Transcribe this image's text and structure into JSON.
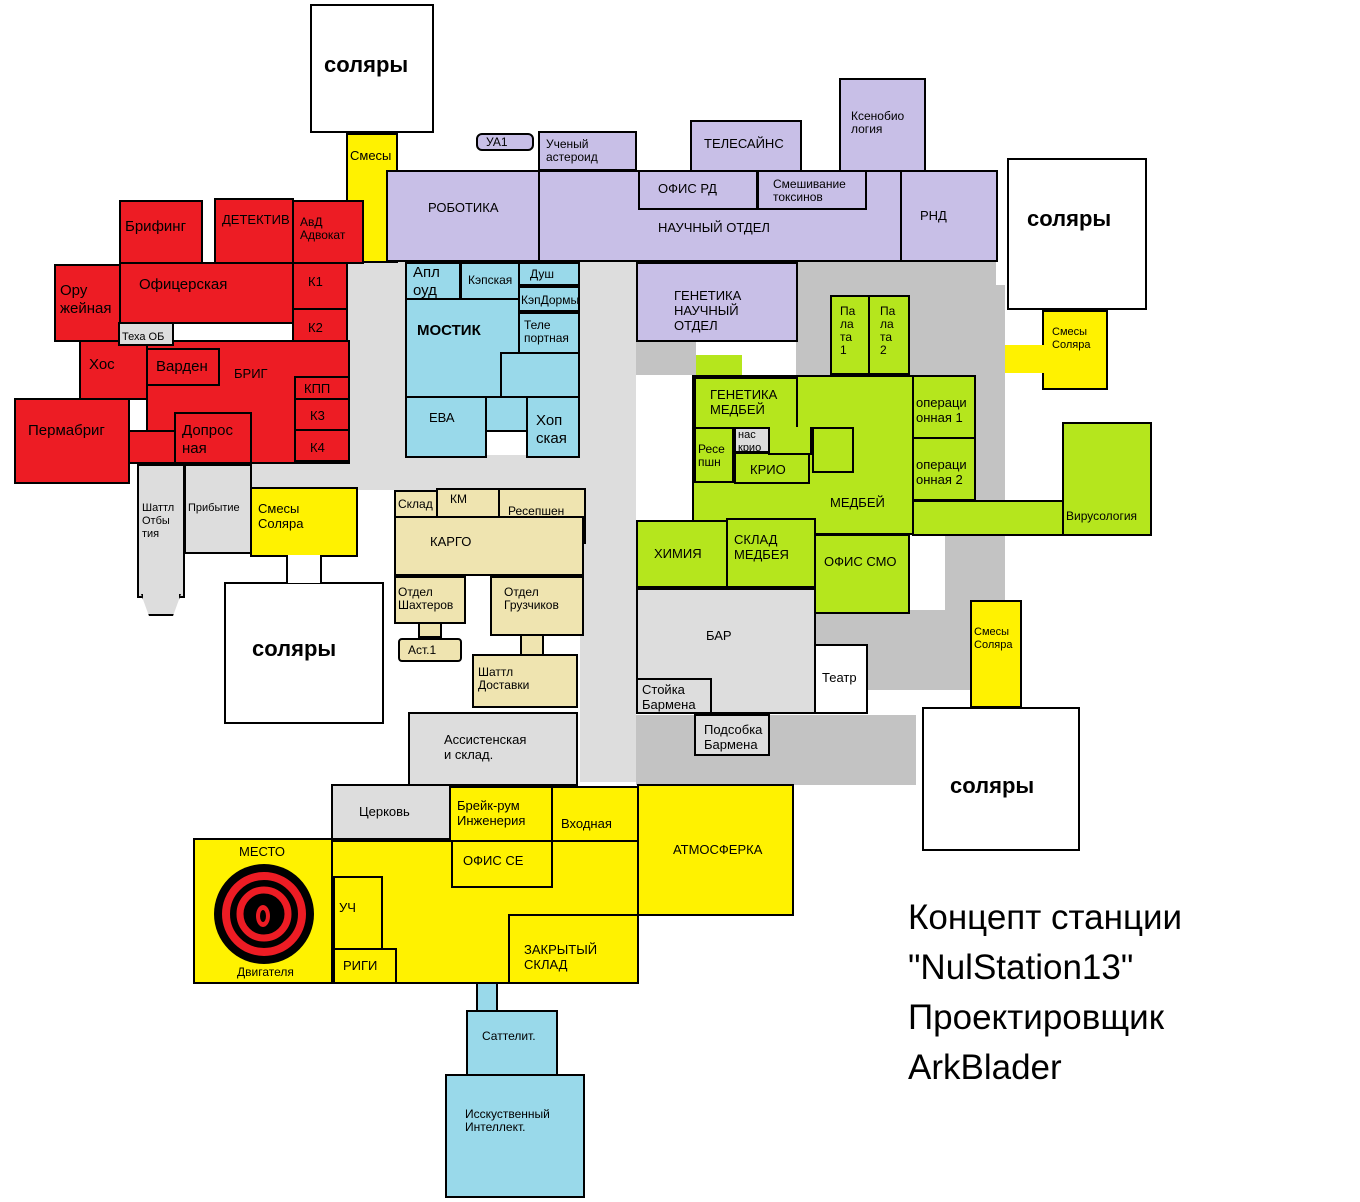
{
  "title_lines": [
    "Концепт станции",
    "\"NulStation13\"",
    "Проектировщик",
    "ArkBlader"
  ],
  "colors": {
    "security": "#ed1c24",
    "science": "#c8bfe7",
    "command": "#99d9ea",
    "cargo": "#efe4b0",
    "medical": "#b5e61d",
    "engineering": "#fff200",
    "hallway": "#dddddd",
    "maintenance": "#c3c3c3",
    "solars": "#ffffff"
  },
  "labels": {
    "solars_1": "соляры",
    "solars_2": "соляры",
    "solars_3": "соляры",
    "solars_4": "соляры",
    "mix_1": "Смесы",
    "mix_2": "Смесы\nСоляра",
    "mix_3": "Смесы\nСоляра",
    "mix_4": "Смесы\nСоляра",
    "ua1": "УА1",
    "scientist_asteroid": "Ученый\nастероид",
    "telescience": "ТЕЛЕСАЙНС",
    "xenobiology": "Ксенобио\nлогия",
    "robotics": "РОБОТИКА",
    "rd_office": "ОФИС РД",
    "toxins": "Смешивание\nтоксинов",
    "science_dept": "НАУЧНЫЙ ОТДЕЛ",
    "rnd": "РНД",
    "genetics_sci": "ГЕНЕТИКА\nНАУЧНЫЙ\nОТДЕЛ",
    "briefing": "Брифинг",
    "detective": "ДЕТЕКТИВ",
    "lawyer": "АвД\nАдвокат",
    "armory": "Ору\nжейная",
    "officers": "Офицерская",
    "k1": "К1",
    "k2": "К2",
    "tech": "Теха ОБ",
    "hos": "Хос",
    "warden": "Варден",
    "brig": "БРИГ",
    "checkpoint": "КПП",
    "k3": "К3",
    "k4": "К4",
    "permabrig": "Пермабриг",
    "interrogation": "Допрос\nная",
    "ai_upload": "Апл\nоуд",
    "captain": "Кэпская",
    "shower": "Душ",
    "dorms": "КэпДормы",
    "teleporter": "Теле\nпортная",
    "bridge": "МОСТИК",
    "eva": "ЕВА",
    "hop": "Хоп\nская",
    "escape_shuttle": "Шаттл\nОтбы\nтия",
    "arrival": "Прибытие",
    "storage": "Склад",
    "km": "КМ",
    "reception": "Ресепшен",
    "cargo": "КАРГО",
    "miners": "Отдел\nШахтеров",
    "movers": "Отдел\nГрузчиков",
    "ast1": "Аст.1",
    "delivery_shuttle": "Шаттл\nДоставки",
    "ward_1": "Па\nла\nта\n1",
    "ward_2": "Па\nла\nта\n2",
    "genetics_med": "ГЕНЕТИКА\nМЕДБЕЙ",
    "operating_1": "операци\nонная 1",
    "operating_2": "операци\nонная 2",
    "med_reception": "Ресе\nпшн",
    "cryo_pump": "нас\nкрио",
    "cryo": "КРИО",
    "medbay": "МЕДБЕЙ",
    "virology": "Вирусология",
    "chemistry": "ХИМИЯ",
    "med_storage": "СКЛАД\nМЕДБЕЯ",
    "cmo_office": "ОФИС СМО",
    "bar": "БАР",
    "theatre": "Театр",
    "bar_counter": "Стойка\nБармена",
    "bar_backroom": "Подсобка\nБармена",
    "assistants": "Ассистенская\nи склад.",
    "church": "Церковь",
    "break_room": "Брейк-рум\nИнженерия",
    "entrance": "Входная",
    "atmospherics": "АТМОСФЕРКА",
    "ce_office": "ОФИС СЕ",
    "engine_top": "МЕСТО",
    "engine_bottom": "Двигателя",
    "uch": "УЧ",
    "rigs": "РИГИ",
    "closed_storage": "ЗАКРЫТЫЙ\nСКЛАД",
    "satellite": "Саттелит.",
    "ai_core": "Исскуственный\nИнтеллект."
  }
}
